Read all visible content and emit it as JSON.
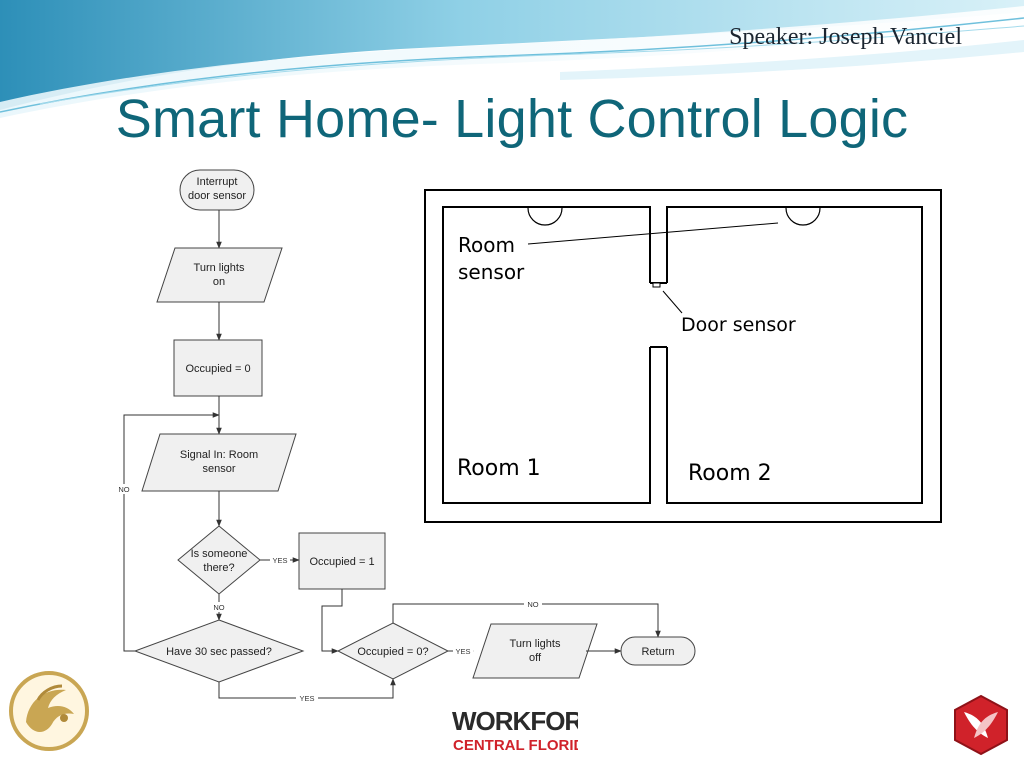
{
  "slide": {
    "speaker": "Speaker: Joseph Vanciel",
    "title": "Smart Home- Light Control Logic"
  },
  "flowchart": {
    "nodes": {
      "interrupt": [
        "Interrupt",
        "door sensor"
      ],
      "lights_on": [
        "Turn lights",
        "on"
      ],
      "occupied_zero": [
        "Occupied = 0"
      ],
      "signal_in": [
        "Signal In: Room",
        "sensor"
      ],
      "is_someone": [
        "Is someone",
        "there?"
      ],
      "occupied_one": [
        "Occupied = 1"
      ],
      "have_30": [
        "Have 30 sec passed?"
      ],
      "occupied_q": [
        "Occupied = 0?"
      ],
      "lights_off": [
        "Turn lights",
        "off"
      ],
      "return": [
        "Return"
      ]
    },
    "edge_labels": {
      "yes": "YES",
      "no": "NO"
    }
  },
  "floorplan": {
    "room_sensor": [
      "Room",
      "sensor"
    ],
    "door_sensor": "Door sensor",
    "room1": "Room 1",
    "room2": "Room 2"
  },
  "logos": {
    "ucf": "pegasus-logo",
    "workforce_top": "WORKFORCE",
    "workforce_bottom": "CENTRAL FLORIDA",
    "hex": "hexagon-logo"
  },
  "colors": {
    "title": "#0f6679",
    "wave_light": "#bfe6f2",
    "wave_mid": "#5fb8d6",
    "shape_fill": "#f0f0f0",
    "workforce_red": "#d0222a",
    "ucf_gold": "#c9a653"
  }
}
